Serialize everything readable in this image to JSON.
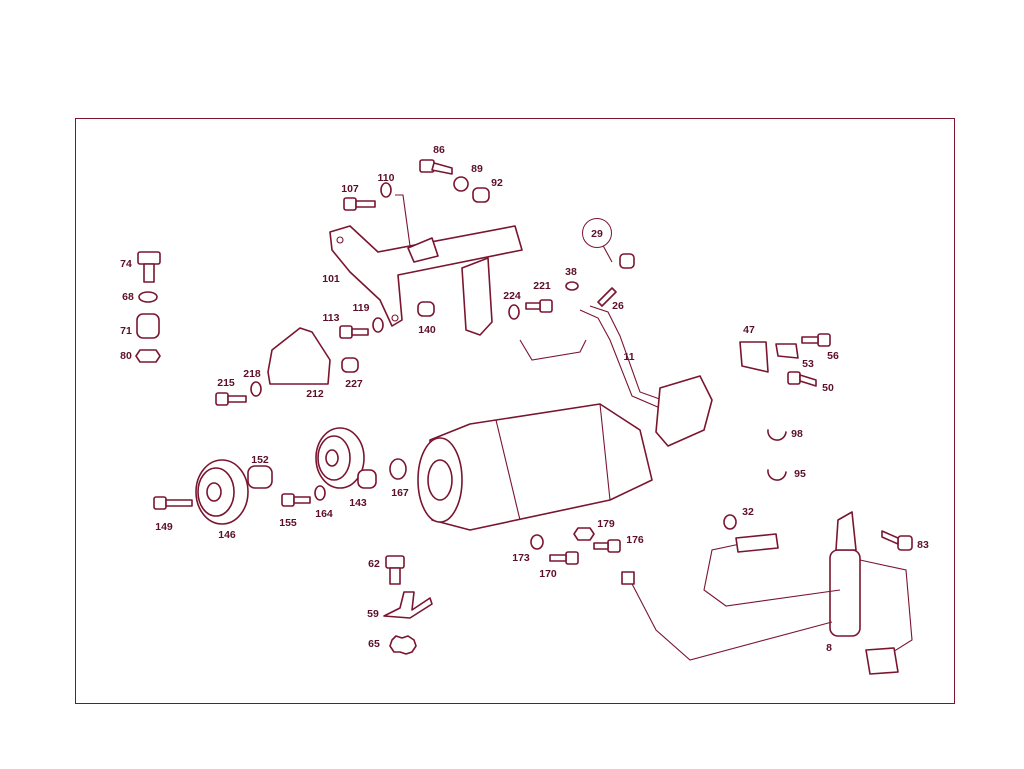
{
  "diagram": {
    "callouts": [
      {
        "key": "86",
        "text": "86"
      },
      {
        "key": "89",
        "text": "89"
      },
      {
        "key": "92",
        "text": "92"
      },
      {
        "key": "107",
        "text": "107"
      },
      {
        "key": "110",
        "text": "110"
      },
      {
        "key": "101",
        "text": "101"
      },
      {
        "key": "119",
        "text": "119"
      },
      {
        "key": "113",
        "text": "113"
      },
      {
        "key": "140",
        "text": "140"
      },
      {
        "key": "74",
        "text": "74"
      },
      {
        "key": "68",
        "text": "68"
      },
      {
        "key": "71",
        "text": "71"
      },
      {
        "key": "80",
        "text": "80"
      },
      {
        "key": "218",
        "text": "218"
      },
      {
        "key": "215",
        "text": "215"
      },
      {
        "key": "212",
        "text": "212"
      },
      {
        "key": "227",
        "text": "227"
      },
      {
        "key": "29",
        "text": "29"
      },
      {
        "key": "38",
        "text": "38"
      },
      {
        "key": "221",
        "text": "221"
      },
      {
        "key": "224",
        "text": "224"
      },
      {
        "key": "26",
        "text": "26"
      },
      {
        "key": "11",
        "text": "11"
      },
      {
        "key": "47",
        "text": "47"
      },
      {
        "key": "56",
        "text": "56"
      },
      {
        "key": "53",
        "text": "53"
      },
      {
        "key": "50",
        "text": "50"
      },
      {
        "key": "98",
        "text": "98"
      },
      {
        "key": "95",
        "text": "95"
      },
      {
        "key": "152",
        "text": "152"
      },
      {
        "key": "143",
        "text": "143"
      },
      {
        "key": "167",
        "text": "167"
      },
      {
        "key": "149",
        "text": "149"
      },
      {
        "key": "146",
        "text": "146"
      },
      {
        "key": "155",
        "text": "155"
      },
      {
        "key": "164",
        "text": "164"
      },
      {
        "key": "179",
        "text": "179"
      },
      {
        "key": "176",
        "text": "176"
      },
      {
        "key": "173",
        "text": "173"
      },
      {
        "key": "170",
        "text": "170"
      },
      {
        "key": "32",
        "text": "32"
      },
      {
        "key": "83",
        "text": "83"
      },
      {
        "key": "8",
        "text": "8"
      },
      {
        "key": "62",
        "text": "62"
      },
      {
        "key": "59",
        "text": "59"
      },
      {
        "key": "65",
        "text": "65"
      }
    ]
  }
}
